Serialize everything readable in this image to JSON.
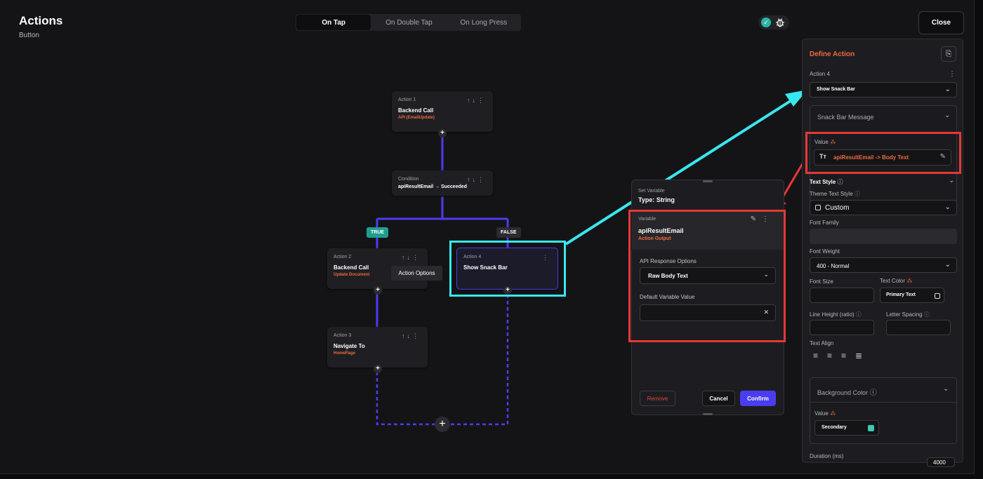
{
  "header": {
    "title": "Actions",
    "subtitle": "Button"
  },
  "tabs": [
    {
      "label": "On Tap",
      "active": true
    },
    {
      "label": "On Double Tap",
      "active": false
    },
    {
      "label": "On Long Press",
      "active": false
    }
  ],
  "close_label": "Close",
  "nodes": {
    "action1": {
      "label": "Action 1",
      "name": "Backend Call",
      "sub": "API (EmailUpdate)"
    },
    "condition": {
      "label": "Condition",
      "name": "apiResultEmail → Succeeded"
    },
    "action2": {
      "label": "Action 2",
      "name": "Backend Call",
      "sub": "Update Document"
    },
    "action3": {
      "label": "Action 3",
      "name": "Navigate To",
      "sub": "HomePage"
    },
    "action4": {
      "label": "Action 4",
      "name": "Show Snack Bar"
    }
  },
  "branches": {
    "true_label": "TRUE",
    "false_label": "FALSE"
  },
  "tooltip": "Action Options",
  "set_variable": {
    "title": "Set Variable",
    "type": "Type: String",
    "variable_label": "Variable",
    "variable_name": "apiResultEmail",
    "variable_source": "Action Output",
    "api_response_label": "API Response Options",
    "api_response_value": "Raw Body Text",
    "default_value_label": "Default Variable Value",
    "default_value": "",
    "remove_label": "Remove",
    "cancel_label": "Cancel",
    "confirm_label": "Confirm"
  },
  "define_action": {
    "title": "Define Action",
    "action_label": "Action 4",
    "action_type": "Show Snack Bar",
    "snack_bar_message_label": "Snack Bar Message",
    "value_label": "Value",
    "value_text": "apiResultEmail -> Body Text",
    "text_style_label": "Text Style",
    "theme_text_style_label": "Theme Text Style",
    "theme_text_style_value": "Custom",
    "font_family_label": "Font Family",
    "font_weight_label": "Font Weight",
    "font_weight_value": "400 - Normal",
    "font_size_label": "Font Size",
    "text_color_label": "Text Color",
    "text_color_value": "Primary Text",
    "line_height_label": "Line Height (ratio)",
    "letter_spacing_label": "Letter Spacing",
    "text_align_label": "Text Align",
    "background_color_label": "Background Color",
    "bg_value_label": "Value",
    "bg_value": "Secondary",
    "duration_label": "Duration (ms)",
    "duration_value": "4000"
  },
  "colors": {
    "accent_orange": "#ee6a3c",
    "wire_purple": "#4a3df0",
    "highlight_cyan": "#38e8f0",
    "highlight_red": "#e53935",
    "true_tag": "#1f9e8f",
    "secondary_swatch": "#3bc9b4"
  }
}
